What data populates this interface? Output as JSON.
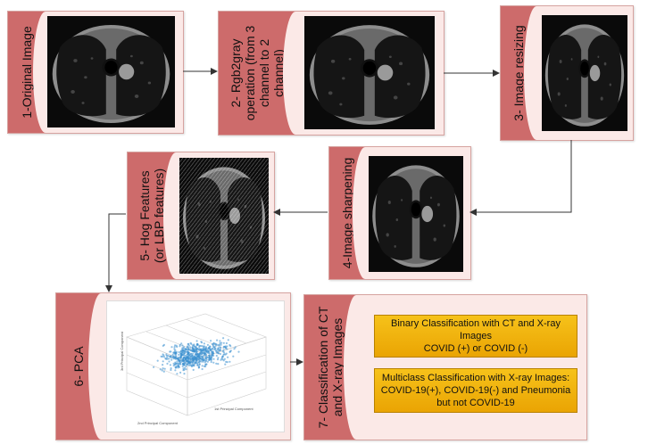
{
  "steps": {
    "s1": "1-Original Image",
    "s2a": "2- Rgb2gray",
    "s2b": "operation (from 3",
    "s2c": "channel to 2",
    "s2d": "channel)",
    "s3": "3- Image resizing",
    "s4": "4-Image sharpening",
    "s5a": "5- Hog Features",
    "s5b": "(or LBP features)",
    "s6": "6- PCA",
    "s7a": "7- Classification of CT",
    "s7b": "and X-ray Images"
  },
  "classification": {
    "binary_l1": "Binary Classification with CT and X-ray",
    "binary_l2": "Images",
    "binary_l3": "COVID (+) or COVID (-)",
    "multi_l1": "Multiclass Classification with X-ray Images:",
    "multi_l2": "COVID-19(+), COVID-19(-) and Pneumonia",
    "multi_l3": "but not COVID-19"
  },
  "pca_axes": {
    "x": "1st Principal Component",
    "y": "2nd Principal Component",
    "z": "3rd Principal Component"
  },
  "colors": {
    "tab": "#cd6b6b",
    "panel": "#fbe9e7",
    "gold": "#f2b705",
    "points": "#3a8fd0"
  }
}
